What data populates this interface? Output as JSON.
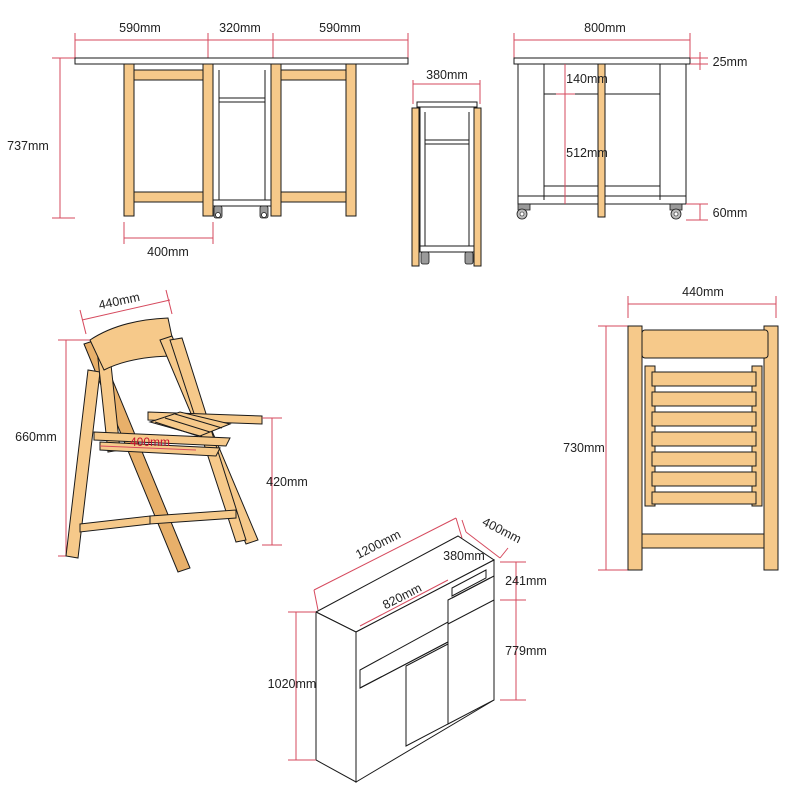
{
  "dimensions": {
    "table_front_leaf_left": "590mm",
    "table_front_center": "320mm",
    "table_front_leaf_right": "590mm",
    "table_front_height": "737mm",
    "table_front_leg_span": "400mm",
    "table_side_folded_depth": "380mm",
    "table_side_width": "800mm",
    "table_side_top_thickness": "25mm",
    "table_side_upper": "140mm",
    "table_side_middle": "512mm",
    "table_side_caster": "60mm",
    "chair_open_width": "440mm",
    "chair_open_height": "660mm",
    "chair_seat_depth": "400mm",
    "chair_seat_height": "420mm",
    "chair_folded_width": "440mm",
    "chair_folded_height": "730mm",
    "cabinet_length": "1200mm",
    "cabinet_depth": "400mm",
    "cabinet_inner_depth": "380mm",
    "cabinet_inner_length": "820mm",
    "cabinet_upper_shelf": "241mm",
    "cabinet_lower_section": "779mm",
    "cabinet_height": "1020mm"
  },
  "colors": {
    "wood": "#f6c98a",
    "dimension_line": "#d64a5e",
    "accent_text": "#c8102e"
  }
}
